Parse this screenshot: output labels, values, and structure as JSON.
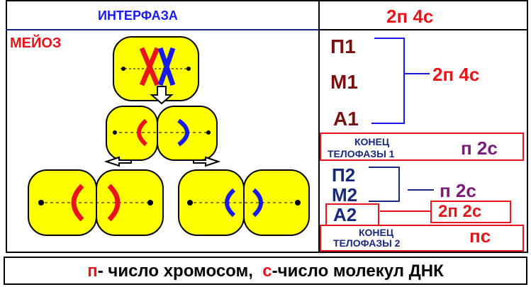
{
  "left_panel": {
    "header": "ИНТЕРФАЗА",
    "title": "МЕЙОЗ"
  },
  "right_panel": {
    "header_formula": "2п 4с",
    "phase1": {
      "stages": [
        "П1",
        "М1",
        "А1"
      ],
      "formula": "2п 4с"
    },
    "telophase1": {
      "label_line1": "КОНЕЦ",
      "label_line2": "ТЕЛОФАЗЫ 1",
      "formula": "п 2с"
    },
    "phase2": {
      "stages": [
        "П2",
        "М2"
      ],
      "formula": "п 2с"
    },
    "a2": {
      "stage": "А2",
      "formula": "2п 2с"
    },
    "telophase2": {
      "label_line1": "КОНЕЦ",
      "label_line2": "ТЕЛОФАЗЫ 2",
      "formula": "пс"
    }
  },
  "legend": {
    "n_symbol": "п",
    "n_text": "- число хромосом,",
    "c_symbol": "с",
    "c_text": "-число молекул ДНК"
  },
  "colors": {
    "red": "#e8141c",
    "blue": "#1a1ae6",
    "darkred": "#7a1010",
    "purple": "#7a1a7a",
    "navy": "#1a2a7a",
    "yellow": "#ffff00"
  }
}
